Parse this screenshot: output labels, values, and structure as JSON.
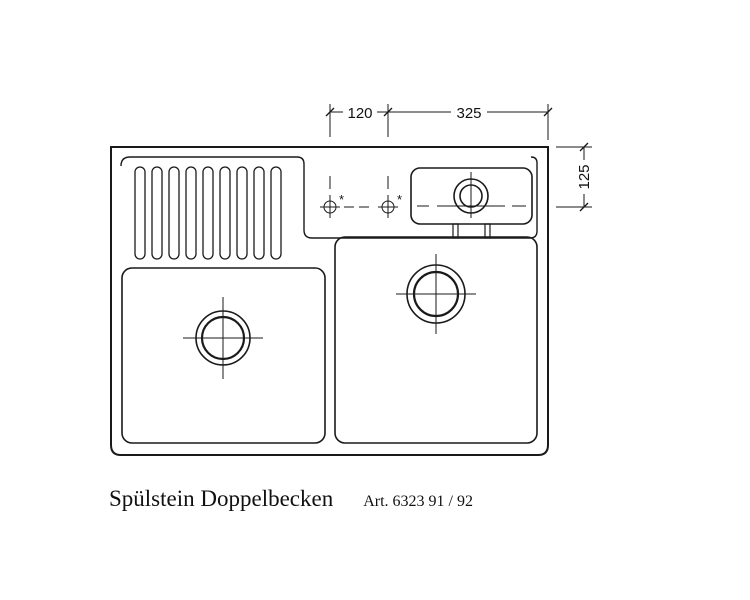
{
  "dimensions": {
    "top_left": "120",
    "top_right": "325",
    "side": "125"
  },
  "markers": {
    "tap_hole_1": "*",
    "tap_hole_2": "*"
  },
  "caption": {
    "title": "Spülstein Doppelbecken",
    "article": "Art. 6323 91 / 92"
  },
  "colors": {
    "line": "#1a1a1a",
    "background": "#ffffff"
  }
}
